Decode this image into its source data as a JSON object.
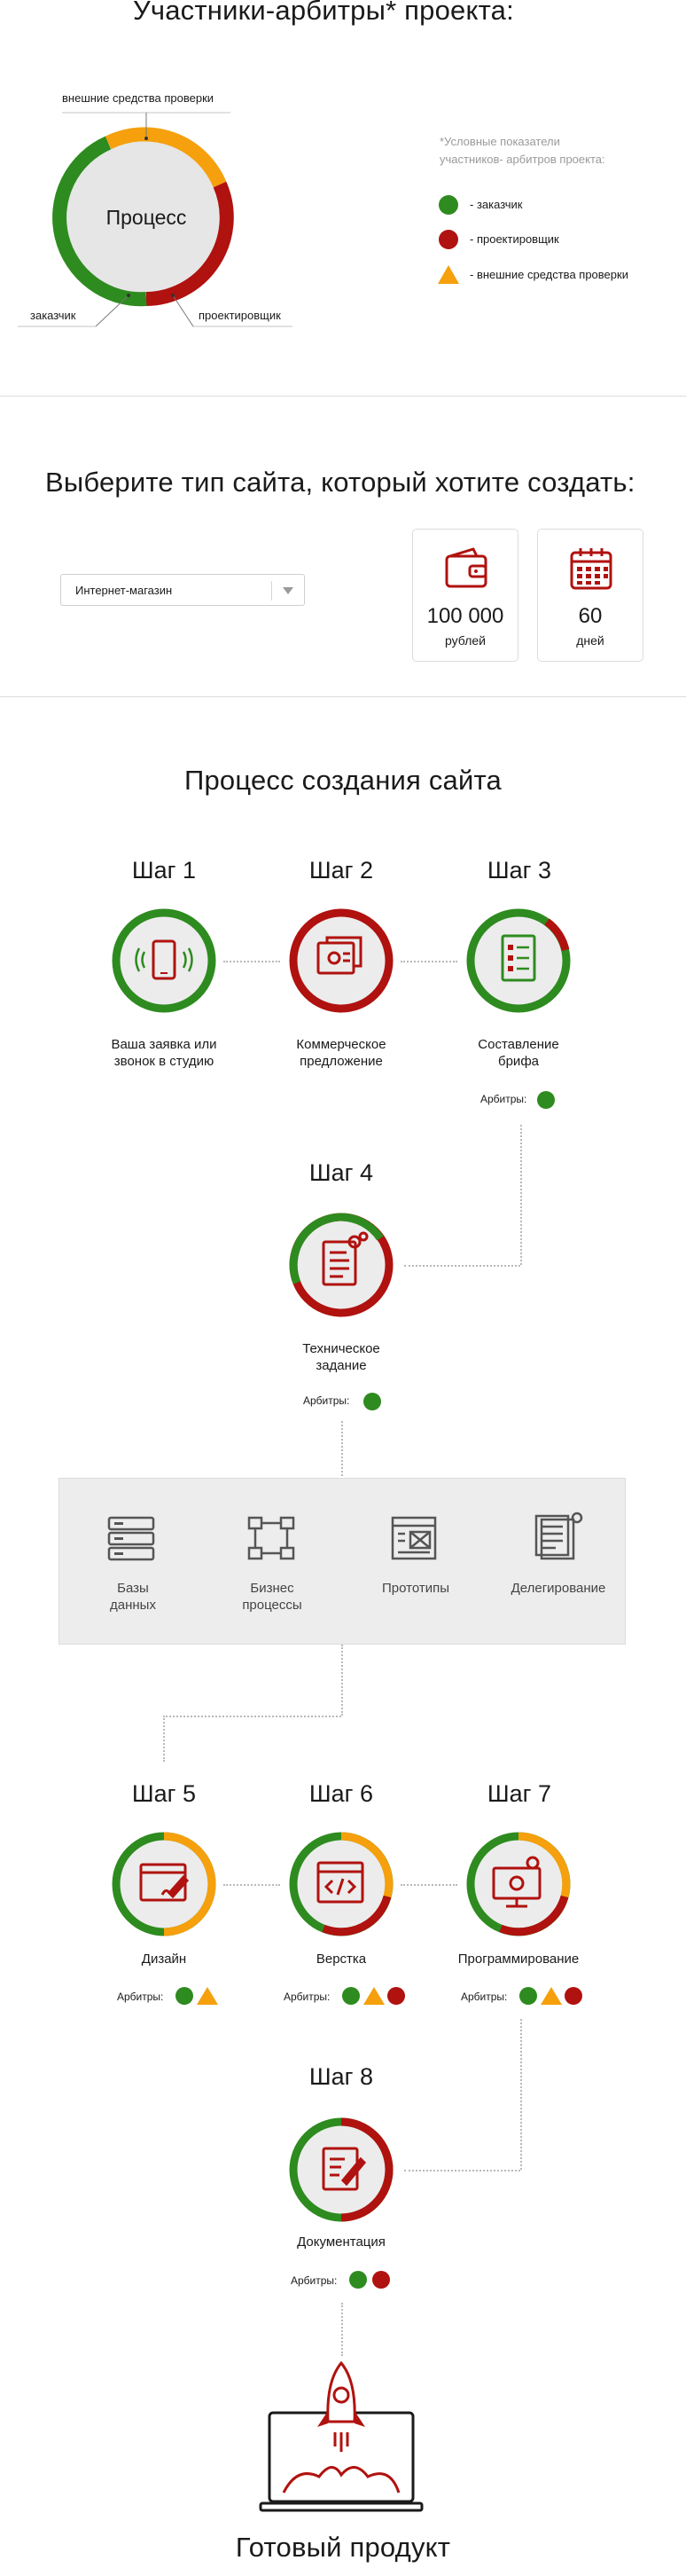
{
  "participants": {
    "title": "Участники-арбитры* проекта:",
    "donut_center": "Процесс",
    "callouts": {
      "top": "внешние средства проверки",
      "left": "заказчик",
      "right": "проектировщик"
    },
    "legend_note_line1": "*Условные показатели",
    "legend_note_line2": "участников- арбитров проекта:",
    "legend": [
      {
        "label": "- заказчик",
        "shape": "circle",
        "color": "#2e8b1f"
      },
      {
        "label": "- проектировщик",
        "shape": "circle",
        "color": "#b0120f"
      },
      {
        "label": "- внешние средства проверки",
        "shape": "triangle",
        "color": "#f5a00c"
      }
    ]
  },
  "site_type": {
    "title": "Выберите тип сайта, который хотите создать:",
    "selected": "Интернет-магазин",
    "price": {
      "value": "100 000",
      "unit": "рублей",
      "icon": "wallet-icon"
    },
    "duration": {
      "value": "60",
      "unit": "дней",
      "icon": "calendar-icon"
    }
  },
  "process": {
    "title": "Процесс создания сайта",
    "arbiters_label": "Арбитры:",
    "steps": [
      {
        "title": "Шаг 1",
        "label1": "Ваша заявка или",
        "label2": "звонок в студию",
        "icon": "phone-icon"
      },
      {
        "title": "Шаг 2",
        "label1": "Коммерческое",
        "label2": "предложение",
        "icon": "documents-icon"
      },
      {
        "title": "Шаг 3",
        "label1": "Составление",
        "label2": "брифа",
        "icon": "checklist-icon"
      },
      {
        "title": "Шаг 4",
        "label1": "Техническое",
        "label2": "задание",
        "icon": "spec-document-icon"
      },
      {
        "title": "Шаг 5",
        "label1": "Дизайн",
        "label2": "",
        "icon": "design-window-icon"
      },
      {
        "title": "Шаг 6",
        "label1": "Верстка",
        "label2": "",
        "icon": "code-window-icon"
      },
      {
        "title": "Шаг 7",
        "label1": "Программирование",
        "label2": "",
        "icon": "monitor-gears-icon"
      },
      {
        "title": "Шаг 8",
        "label1": "Документация",
        "label2": "",
        "icon": "documentation-icon"
      }
    ],
    "grey_items": [
      {
        "label1": "Базы",
        "label2": "данных",
        "icon": "database-icon"
      },
      {
        "label1": "Бизнес",
        "label2": "процессы",
        "icon": "business-process-icon"
      },
      {
        "label1": "Прототипы",
        "label2": "",
        "icon": "prototype-icon"
      },
      {
        "label1": "Делегирование",
        "label2": "",
        "icon": "delegation-icon"
      }
    ],
    "final": {
      "title": "Готовый продукт",
      "icon": "rocket-laptop-icon"
    }
  },
  "colors": {
    "green": "#2e8b1f",
    "red": "#b0120f",
    "orange": "#f5a00c",
    "accent": "#b0120f"
  }
}
